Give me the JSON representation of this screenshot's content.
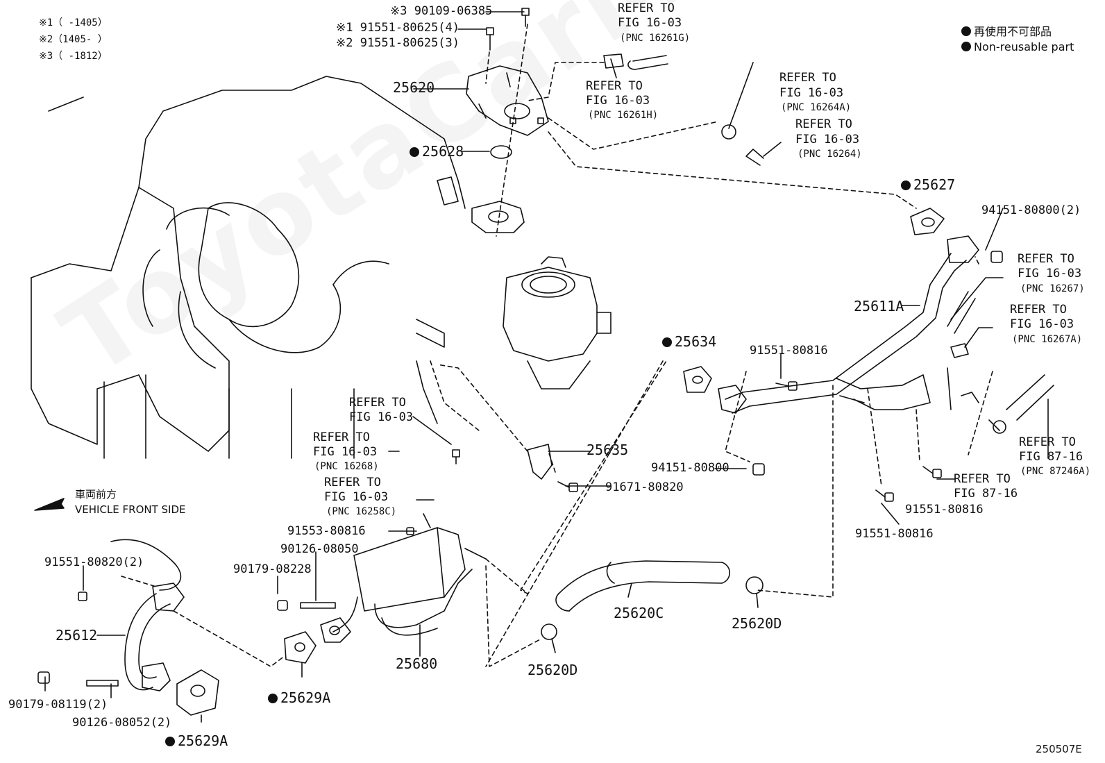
{
  "notes": {
    "n1": "※1（    -1405）",
    "n2": "※2（1405-    ）",
    "n3": "※3（    -1812）"
  },
  "legend": {
    "jp": "再使用不可部品",
    "en": "Non-reusable part"
  },
  "direction": {
    "jp": "車両前方",
    "en": "VEHICLE FRONT SIDE"
  },
  "watermark": "ToyotaCarMine.ru",
  "figure_code": "250507E",
  "parts": {
    "p90109": "※3 90109-06385",
    "p91551_4": "※1 91551-80625(4)",
    "p91551_3": "※2 91551-80625(3)",
    "p25620": "25620",
    "p25628": "25628",
    "p25627": "25627",
    "p94151_2": "94151-80800(2)",
    "p25611A": "25611A",
    "p25634": "25634",
    "p91551_80816a": "91551-80816",
    "p25635": "25635",
    "p94151": "94151-80800",
    "p91671": "91671-80820",
    "p91553": "91553-80816",
    "p90126_08050": "90126-08050",
    "p90179_08228": "90179-08228",
    "p91551_80820": "91551-80820(2)",
    "p25612": "25612",
    "p25680": "25680",
    "p25620C": "25620C",
    "p25620D_a": "25620D",
    "p25620D_b": "25620D",
    "p25629A_a": "25629A",
    "p25629A_b": "25629A",
    "p90179_08119": "90179-08119(2)",
    "p90126_08052": "90126-08052(2)",
    "p91551_80816b": "91551-80816",
    "p91551_80816c": "91551-80816"
  },
  "refs": {
    "r1": {
      "l1": "REFER TO",
      "l2": "FIG 16-03",
      "l3": "(PNC 16261G)"
    },
    "r2": {
      "l1": "REFER TO",
      "l2": "FIG 16-03",
      "l3": "(PNC 16261H)"
    },
    "r3": {
      "l1": "REFER TO",
      "l2": "FIG 16-03",
      "l3": "(PNC 16264A)"
    },
    "r4": {
      "l1": "REFER TO",
      "l2": "FIG 16-03",
      "l3": "(PNC 16264)"
    },
    "r5": {
      "l1": "REFER TO",
      "l2": "FIG 16-03",
      "l3": "(PNC 16267)"
    },
    "r6": {
      "l1": "REFER TO",
      "l2": "FIG 16-03",
      "l3": "(PNC 16267A)"
    },
    "r7": {
      "l1": "REFER TO",
      "l2": "FIG 16-03"
    },
    "r8": {
      "l1": "REFER TO",
      "l2": "FIG 16-03",
      "l3": "(PNC 16268)"
    },
    "r9": {
      "l1": "REFER TO",
      "l2": "FIG 16-03",
      "l3": "(PNC 16258C)"
    },
    "r10": {
      "l1": "REFER TO",
      "l2": "FIG 87-16",
      "l3": "(PNC 87246A)"
    },
    "r11": {
      "l1": "REFER TO",
      "l2": "FIG 87-16"
    }
  }
}
